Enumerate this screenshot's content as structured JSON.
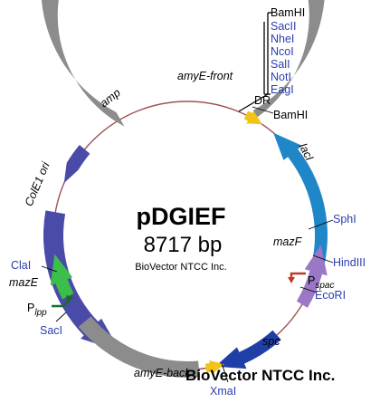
{
  "plasmid": {
    "name": "pDGIEF",
    "size": "8717 bp",
    "watermark_center": "BioVector NTCC Inc.",
    "watermark_bottom": "BioVector NTCC Inc."
  },
  "features": {
    "amyE_front": "amyE-front",
    "amp": "amp",
    "colE1": "ColE1 ori",
    "lacI": "lacI",
    "mazF": "mazF",
    "spc": "spc",
    "amyE_back": "amyE-back",
    "mazE": "mazE",
    "dr": "DR"
  },
  "promoters": {
    "pspac_p": "P",
    "pspac_sub": "spac",
    "plpp_p": "P",
    "plpp_sub": "lpp"
  },
  "sites": {
    "mcs": [
      "BamHI",
      "SacII",
      "NheI",
      "NcoI",
      "SalI",
      "NotI",
      "EagI"
    ],
    "bamhi2": "BamHI",
    "sphi": "SphI",
    "hindiii": "HindIII",
    "ecori": "EcoRI",
    "xmai": "XmaI",
    "clai": "ClaI",
    "saci": "SacI"
  },
  "colors": {
    "backbone": "#a05050",
    "gray": "#8c8c8c",
    "navy": "#4a4aa8",
    "lightblue": "#1f86c8",
    "darkblue": "#1f3fa6",
    "purple": "#9a78c6",
    "green": "#3cbf4a",
    "darkgreen": "#1a6a2a",
    "yellow": "#f2c418",
    "promoter_red": "#c0392b",
    "site_blue": "#2a3eb0"
  }
}
